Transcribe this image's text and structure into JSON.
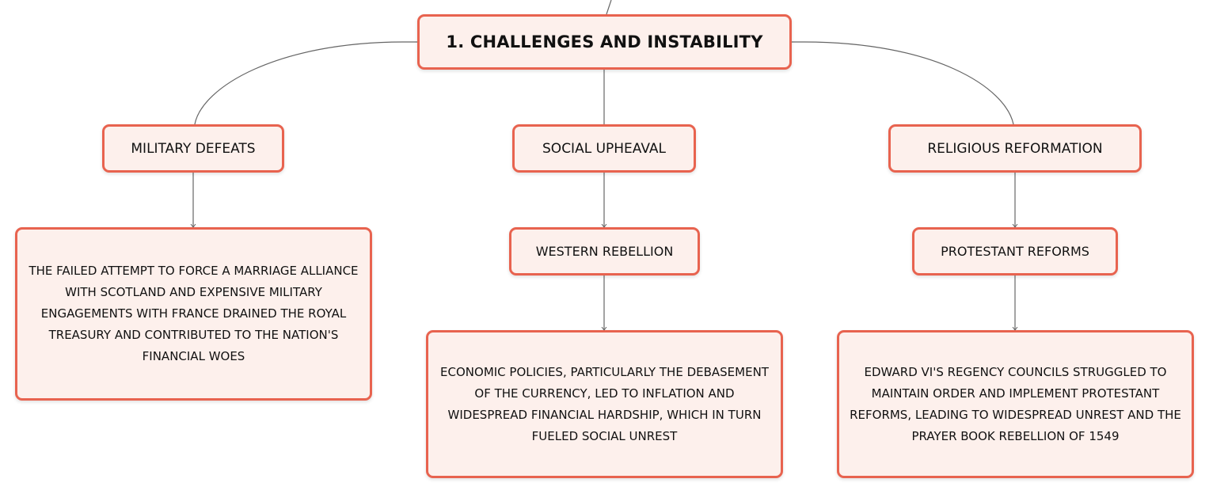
{
  "root": {
    "title": "1. CHALLENGES AND INSTABILITY"
  },
  "branches": [
    {
      "title": "MILITARY DEFEATS",
      "detail": "THE FAILED ATTEMPT TO FORCE A MARRIAGE ALLIANCE WITH SCOTLAND AND EXPENSIVE MILITARY ENGAGEMENTS WITH FRANCE DRAINED THE ROYAL TREASURY AND CONTRIBUTED TO THE NATION'S FINANCIAL WOES"
    },
    {
      "title": "SOCIAL UPHEAVAL",
      "subtopic": "WESTERN REBELLION",
      "detail": "ECONOMIC POLICIES, PARTICULARLY THE DEBASEMENT OF THE CURRENCY, LED TO INFLATION AND WIDESPREAD FINANCIAL HARDSHIP, WHICH IN TURN FUELED SOCIAL UNREST"
    },
    {
      "title": "RELIGIOUS REFORMATION",
      "subtopic": "PROTESTANT REFORMS",
      "detail": "EDWARD VI'S REGENCY COUNCILS STRUGGLED TO MAINTAIN ORDER AND IMPLEMENT PROTESTANT REFORMS, LEADING TO WIDESPREAD UNREST AND THE PRAYER BOOK REBELLION OF 1549"
    }
  ],
  "colors": {
    "node_border": "#e8634f",
    "node_fill": "#fdf0ec",
    "connector": "#666666"
  }
}
